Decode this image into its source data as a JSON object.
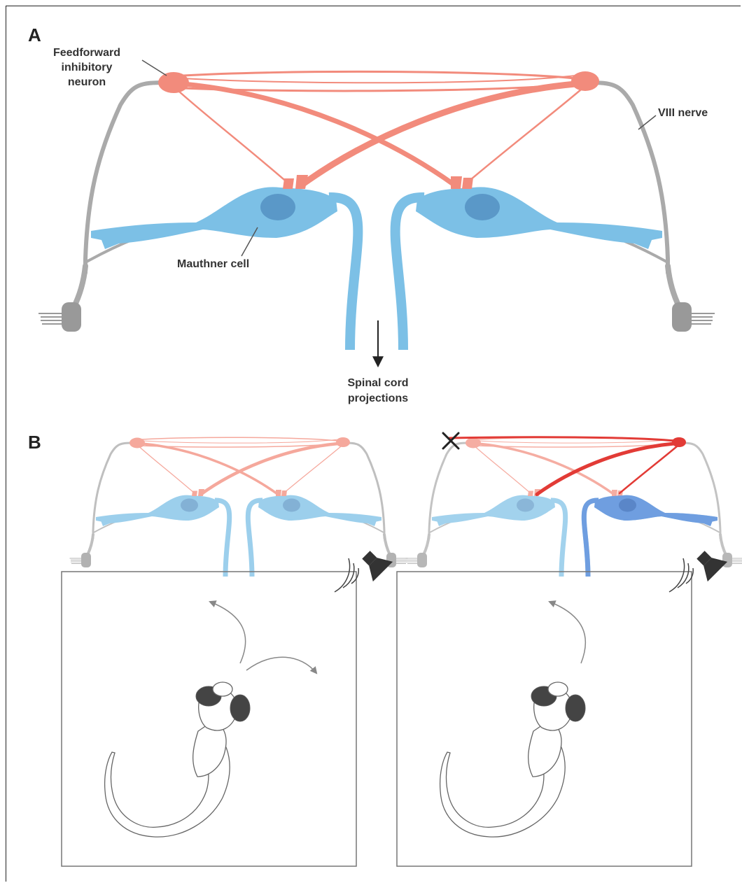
{
  "panel_a": {
    "letter": "A",
    "label_ffi_line1": "Feedforward",
    "label_ffi_line2": "inhibitory",
    "label_ffi_line3": "neuron",
    "label_nerve": "VIII nerve",
    "label_mauthner": "Mauthner cell",
    "label_spinal_line1": "Spinal cord",
    "label_spinal_line2": "projections"
  },
  "panel_b": {
    "letter": "B"
  },
  "colors": {
    "inhibitory": "#f28b7c",
    "inhibitory_light": "#f6b8ae",
    "inhibitory_active": "#e23b36",
    "mauthner": "#7cc0e6",
    "mauthner_nucleus": "#5a98c8",
    "mauthner_active": "#6f9ee0",
    "nerve": "#aaaaaa",
    "arrow": "#888888",
    "speaker": "#333333"
  }
}
